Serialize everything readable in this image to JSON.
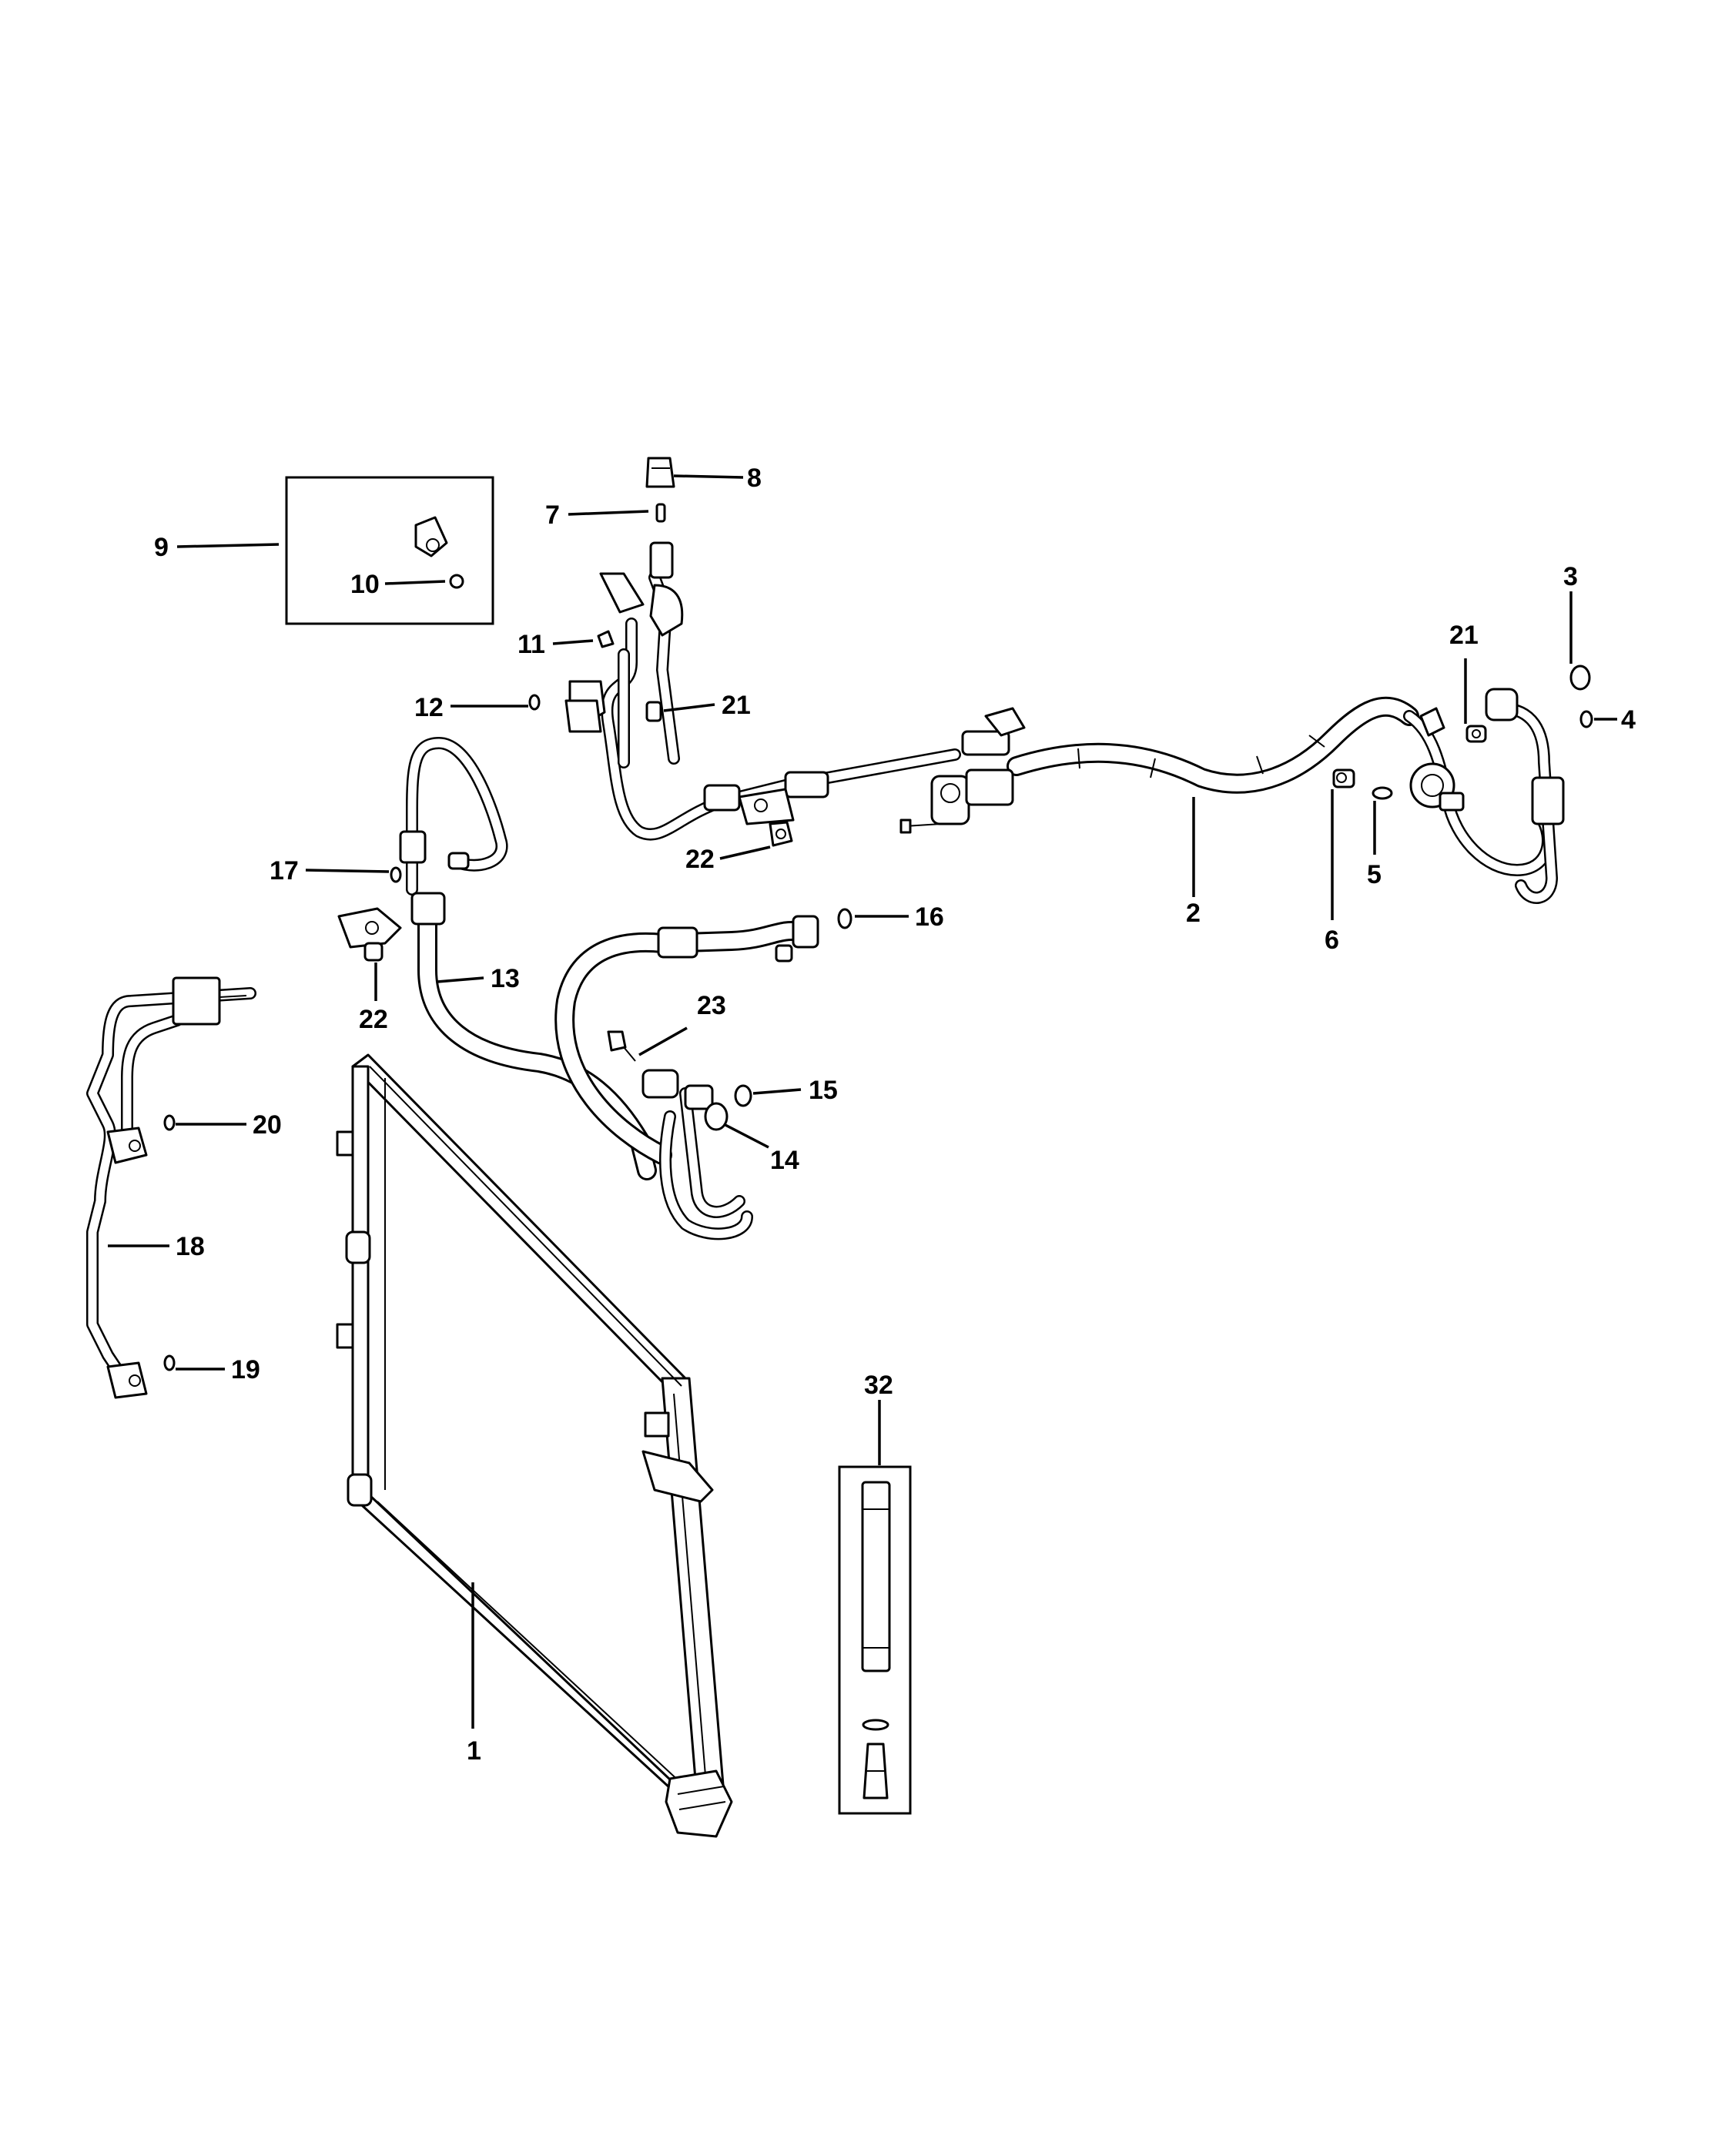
{
  "diagram": {
    "callouts": [
      {
        "id": "1",
        "label": "1"
      },
      {
        "id": "2",
        "label": "2"
      },
      {
        "id": "3",
        "label": "3"
      },
      {
        "id": "4",
        "label": "4"
      },
      {
        "id": "5",
        "label": "5"
      },
      {
        "id": "6",
        "label": "6"
      },
      {
        "id": "7",
        "label": "7"
      },
      {
        "id": "8",
        "label": "8"
      },
      {
        "id": "9",
        "label": "9"
      },
      {
        "id": "10",
        "label": "10"
      },
      {
        "id": "11",
        "label": "11"
      },
      {
        "id": "12",
        "label": "12"
      },
      {
        "id": "13",
        "label": "13"
      },
      {
        "id": "14",
        "label": "14"
      },
      {
        "id": "15",
        "label": "15"
      },
      {
        "id": "16",
        "label": "16"
      },
      {
        "id": "17",
        "label": "17"
      },
      {
        "id": "18",
        "label": "18"
      },
      {
        "id": "19",
        "label": "19"
      },
      {
        "id": "20",
        "label": "20"
      },
      {
        "id": "21a",
        "label": "21"
      },
      {
        "id": "21b",
        "label": "21"
      },
      {
        "id": "22a",
        "label": "22"
      },
      {
        "id": "22b",
        "label": "22"
      },
      {
        "id": "23",
        "label": "23"
      },
      {
        "id": "32",
        "label": "32"
      }
    ]
  }
}
